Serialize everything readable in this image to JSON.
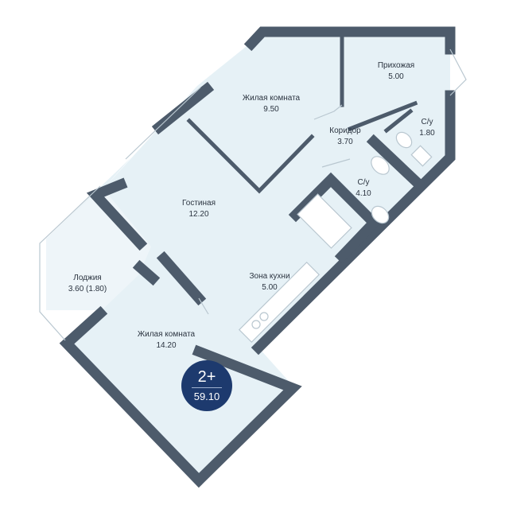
{
  "rooms": [
    {
      "name": "Жилая комната",
      "area": "9.50"
    },
    {
      "name": "Прихожая",
      "area": "5.00"
    },
    {
      "name": "Коридор",
      "area": "3.70"
    },
    {
      "name": "С/у",
      "area": "1.80"
    },
    {
      "name": "С/у",
      "area": "4.10"
    },
    {
      "name": "Гостиная",
      "area": "12.20"
    },
    {
      "name": "Зона кухни",
      "area": "5.00"
    },
    {
      "name": "Лоджия",
      "area": "3.60 (1.80)"
    },
    {
      "name": "Жилая комната",
      "area": "14.20"
    }
  ],
  "badge": {
    "type": "2+",
    "total": "59.10"
  },
  "colors": {
    "wall": "#4d5b6b",
    "floor": "#e6f1f6",
    "badge": "#1d3a6e"
  }
}
